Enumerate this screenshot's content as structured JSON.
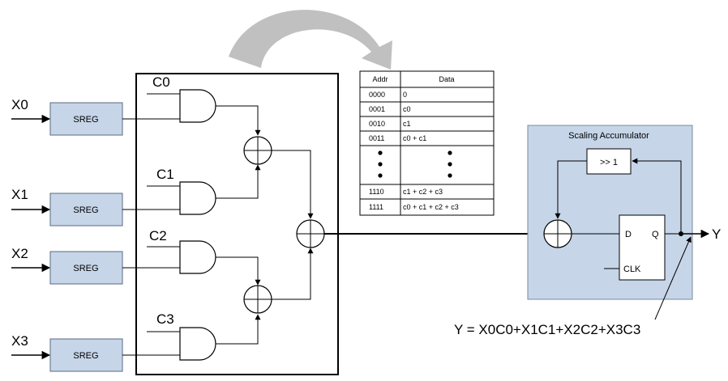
{
  "inputs": [
    {
      "label": "X0",
      "reg": "SREG"
    },
    {
      "label": "X1",
      "reg": "SREG"
    },
    {
      "label": "X2",
      "reg": "SREG"
    },
    {
      "label": "X3",
      "reg": "SREG"
    }
  ],
  "coefficients": [
    "C0",
    "C1",
    "C2",
    "C3"
  ],
  "lut": {
    "headers": [
      "Addr",
      "Data"
    ],
    "rows": [
      {
        "addr": "0000",
        "data": "0"
      },
      {
        "addr": "0001",
        "data": "c0"
      },
      {
        "addr": "0010",
        "data": "c1"
      },
      {
        "addr": "0011",
        "data": "c0 + c1"
      },
      {
        "addr": "1110",
        "data": "c1 + c2 + c3"
      },
      {
        "addr": "1111",
        "data": "c0 + c1 + c2 + c3"
      }
    ]
  },
  "accumulator": {
    "title": "Scaling Accumulator",
    "shift": ">> 1",
    "ff_d": "D",
    "ff_q": "Q",
    "ff_clk": "CLK"
  },
  "output_label": "Y",
  "equation": "Y = X0C0+X1C1+X2C2+X3C3",
  "colors": {
    "box_fill": "#c6d5e8",
    "box_stroke": "#5a6a80",
    "arrow_gray": "#c0c0c0"
  }
}
